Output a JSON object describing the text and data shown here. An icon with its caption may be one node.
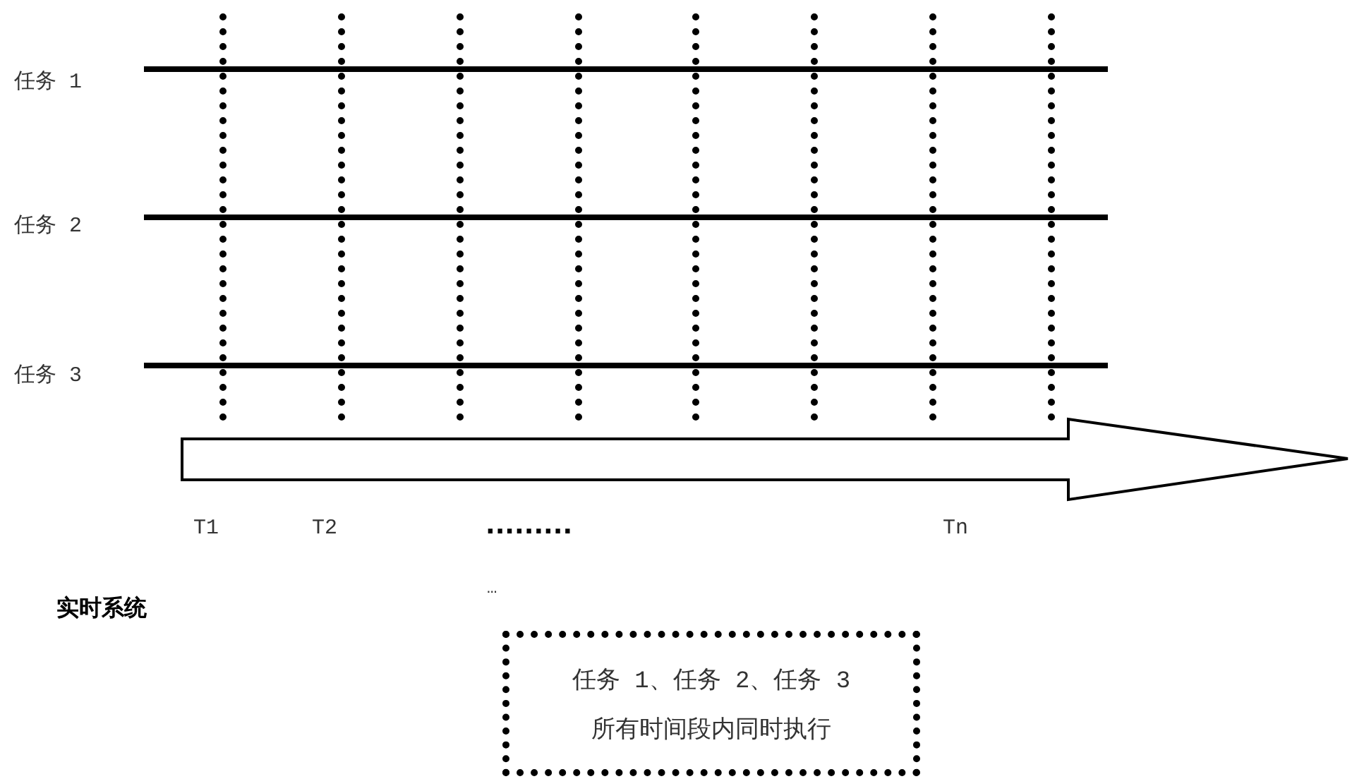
{
  "diagram": {
    "nodes": [
      {
        "text": [
          "任务 1、任务 2、任务 3",
          "所有时间段内同时执行"
        ]
      }
    ],
    "labels": [
      "任务 1",
      "任务 2",
      "任务 3",
      "T1",
      "T2",
      ".........",
      "Tn",
      "实时系统",
      "…"
    ]
  }
}
